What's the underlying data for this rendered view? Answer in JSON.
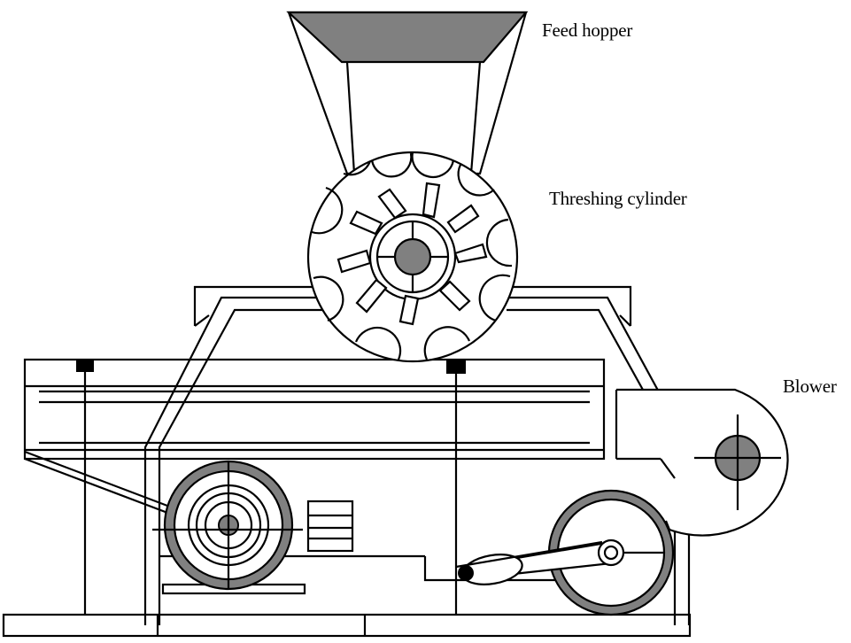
{
  "labels": {
    "feed_hopper": "Feed hopper",
    "threshing_cylinder": "Threshing cylinder",
    "blower": "Blower"
  },
  "colors": {
    "line": "#000000",
    "gray_fill": "#808080",
    "background": "#ffffff"
  }
}
